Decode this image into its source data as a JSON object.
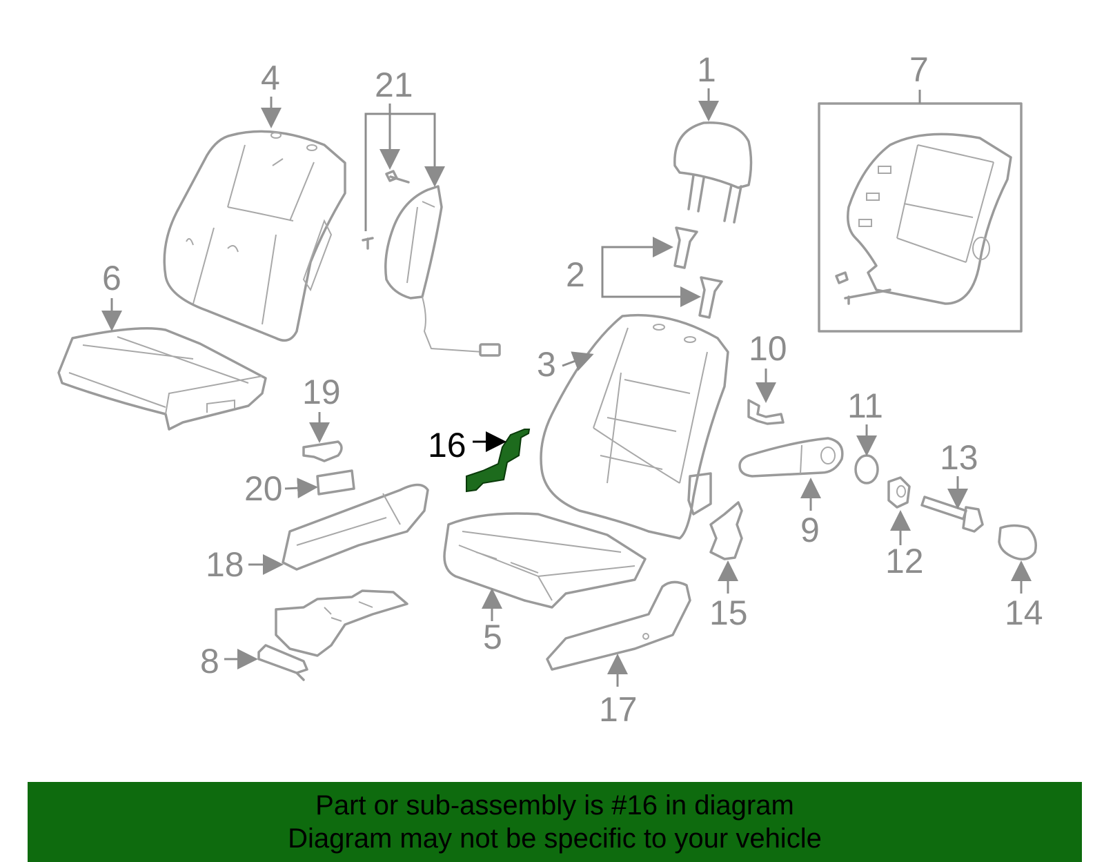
{
  "callouts": {
    "c1": "1",
    "c2": "2",
    "c3": "3",
    "c4": "4",
    "c5": "5",
    "c6": "6",
    "c7": "7",
    "c8": "8",
    "c9": "9",
    "c10": "10",
    "c11": "11",
    "c12": "12",
    "c13": "13",
    "c14": "14",
    "c15": "15",
    "c16": "16",
    "c17": "17",
    "c18": "18",
    "c19": "19",
    "c20": "20",
    "c21": "21"
  },
  "highlight": {
    "part": "16",
    "color": "#1d6b1d"
  },
  "banner": {
    "line1": "Part or sub-assembly is #16 in diagram",
    "line2": "Diagram may not be specific to your vehicle",
    "color": "#0e6b0e"
  }
}
